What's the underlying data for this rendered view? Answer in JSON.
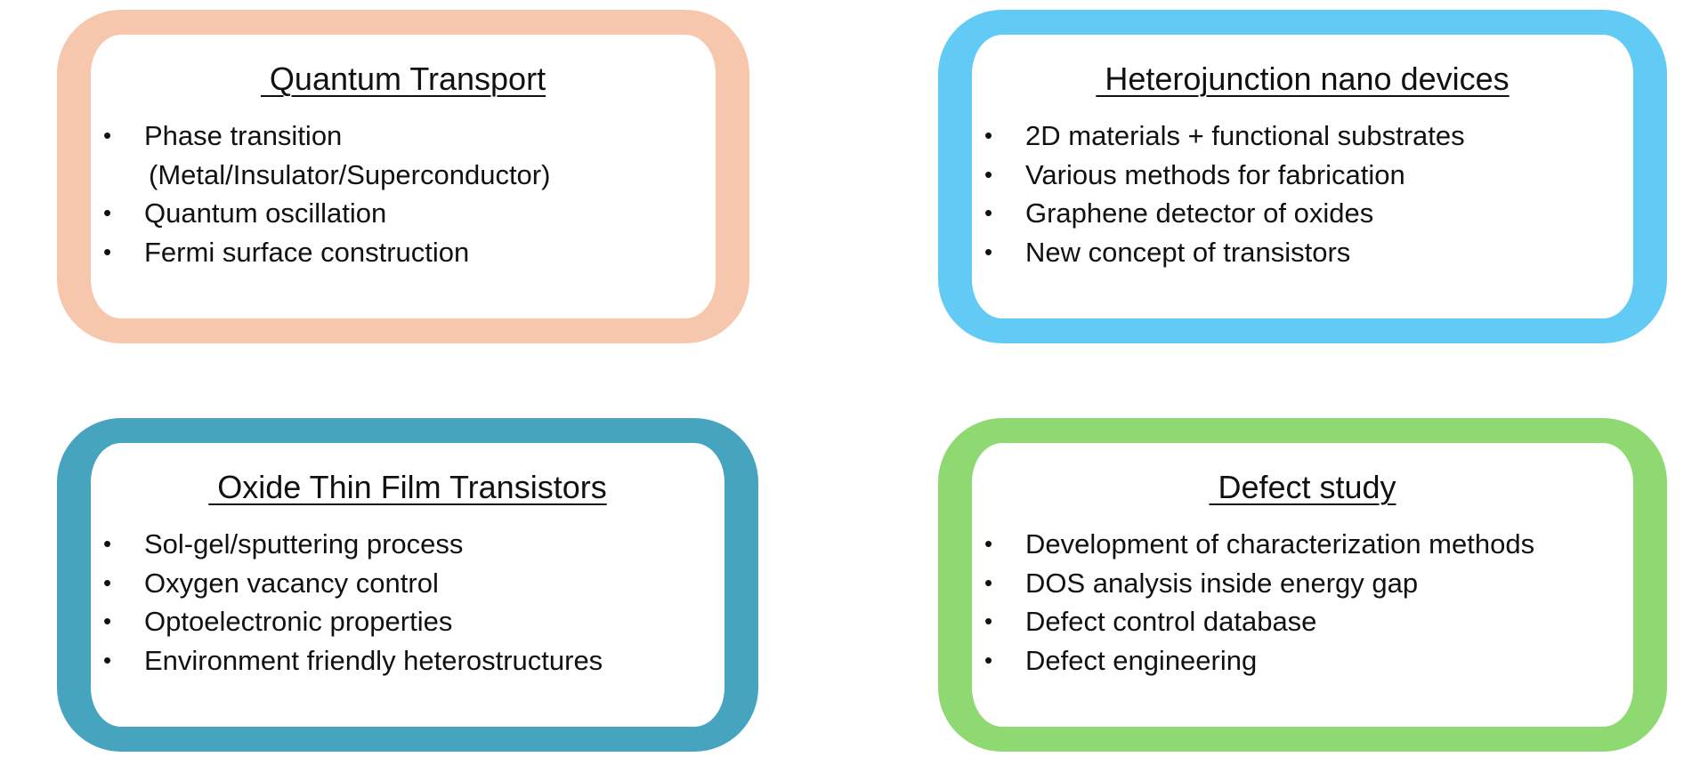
{
  "cards": [
    {
      "title": " Quantum Transport",
      "color": "#f7c7ad",
      "items": [
        {
          "text": "Phase transition",
          "continuation": "(Metal/Insulator/Superconductor)"
        },
        {
          "text": "Quantum oscillation"
        },
        {
          "text": "Fermi surface construction"
        }
      ]
    },
    {
      "title": " Heterojunction nano devices",
      "color": "#61caf5",
      "items": [
        {
          "text": "2D materials + functional substrates"
        },
        {
          "text": "Various methods for fabrication"
        },
        {
          "text": "Graphene detector of oxides"
        },
        {
          "text": "New concept of transistors"
        }
      ]
    },
    {
      "title": " Oxide Thin Film Transistors",
      "color": "#46a4bf",
      "items": [
        {
          "text": "Sol-gel/sputtering process"
        },
        {
          "text": "Oxygen vacancy control"
        },
        {
          "text": "Optoelectronic properties"
        },
        {
          "text": "Environment friendly heterostructures"
        }
      ]
    },
    {
      "title": " Defect study",
      "color": "#8fd973",
      "items": [
        {
          "text": "Development of characterization methods"
        },
        {
          "text": "DOS analysis inside energy gap"
        },
        {
          "text": "Defect control database"
        },
        {
          "text": "Defect engineering"
        }
      ]
    }
  ],
  "bullet": "•"
}
